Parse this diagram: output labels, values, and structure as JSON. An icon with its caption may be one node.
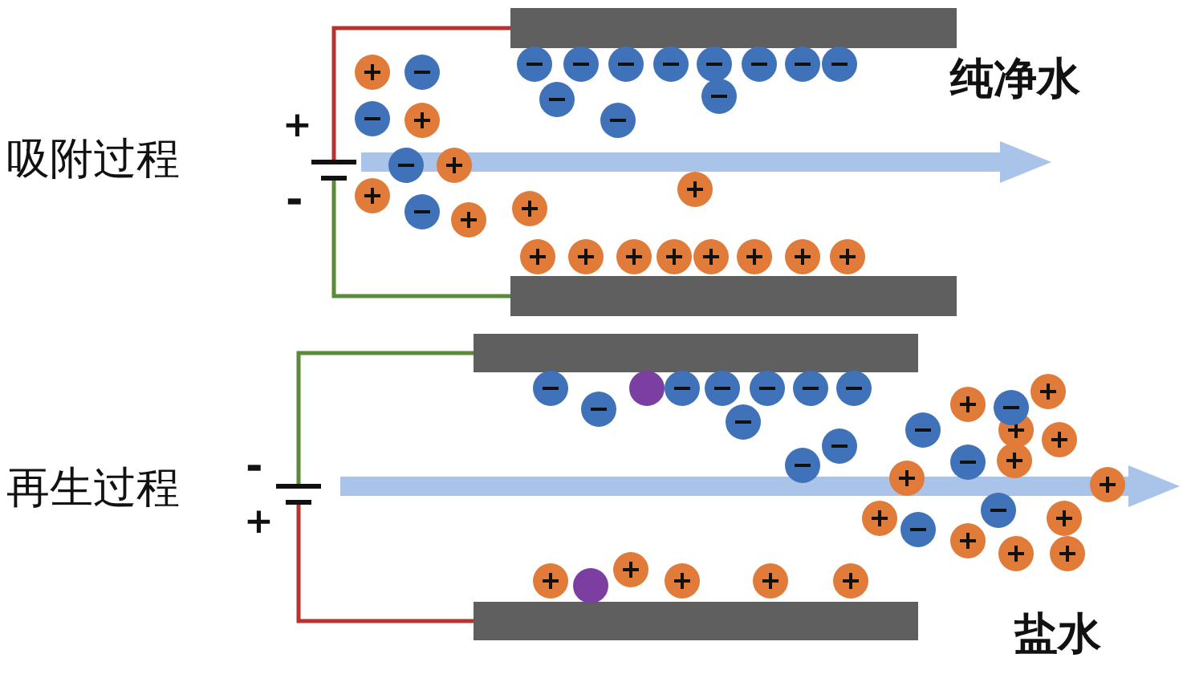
{
  "diagram": {
    "nodes": [
      {
        "text": [],
        "shape": "bar"
      },
      {
        "text": [],
        "shape": "battery"
      },
      {
        "text": [],
        "shape": "bar"
      },
      {
        "text": [],
        "shape": "bar"
      },
      {
        "text": [],
        "shape": "battery"
      },
      {
        "text": [],
        "shape": "bar"
      }
    ],
    "edges": [
      {
        "from": 1,
        "to": 0,
        "arrow": "none",
        "color": "#b8322f"
      },
      {
        "from": 1,
        "to": 2,
        "arrow": "none",
        "color": "#5a8a3a"
      },
      {
        "from": 4,
        "to": 3,
        "arrow": "none",
        "color": "#5a8a3a"
      },
      {
        "from": 4,
        "to": 5,
        "arrow": "none",
        "color": "#b8322f"
      }
    ],
    "labels": [
      "纯净水",
      "+",
      "吸附过程",
      "-",
      "-",
      "再生过程",
      "+",
      "盐水"
    ]
  }
}
